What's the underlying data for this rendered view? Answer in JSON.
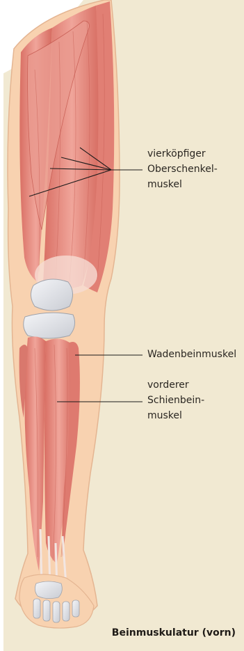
{
  "figure": {
    "labels": {
      "quadriceps": "vierköpfiger\nOberschenkel-\nmuskel",
      "peroneus": "Wadenbeinmuskel",
      "tibialis": "vorderer\nSchienbein-\nmuskel"
    },
    "caption": "Beinmuskulatur (vorn)"
  },
  "colors": {
    "panel_background": "#f1e9d2",
    "skin": "#f8d2b0",
    "muscle": "#e8958a",
    "muscle_dark": "#d46a60",
    "bone": "#e6e8ec",
    "leader_line": "#1a1a1a"
  }
}
